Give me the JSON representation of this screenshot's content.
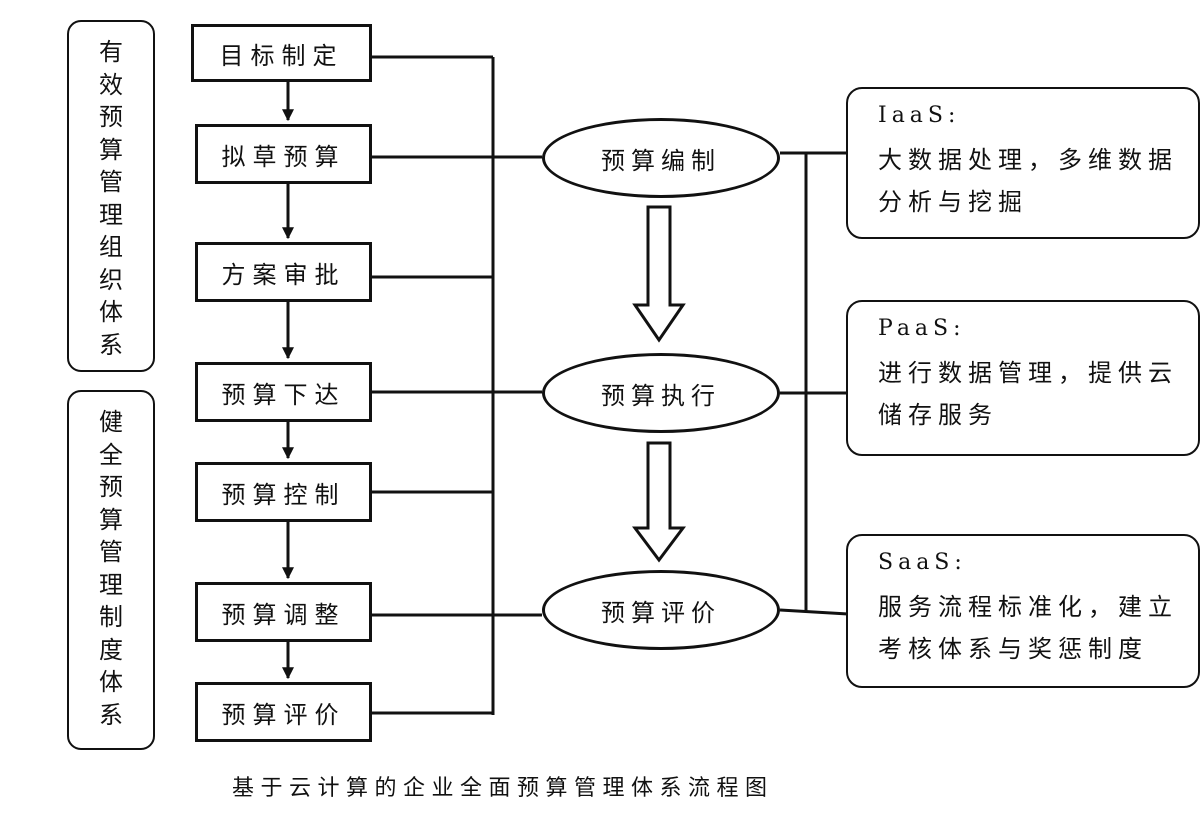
{
  "left_groups": [
    {
      "label": "有效预算管理组织体系"
    },
    {
      "label": "健全预算管理制度体系"
    }
  ],
  "steps": [
    "目标制定",
    "拟草预算",
    "方案审批",
    "预算下达",
    "预算控制",
    "预算调整",
    "预算评价"
  ],
  "phases": [
    "预算编制",
    "预算执行",
    "预算评价"
  ],
  "services": [
    {
      "head": "IaaS:",
      "lines": [
        "大数据处理，多维数据",
        "分析与挖掘"
      ]
    },
    {
      "head": "PaaS:",
      "lines": [
        "进行数据管理，提供云",
        "储存服务"
      ]
    },
    {
      "head": "SaaS:",
      "lines": [
        "服务流程标准化，建立",
        "考核体系与奖惩制度"
      ]
    }
  ],
  "caption": "基于云计算的企业全面预算管理体系流程图"
}
